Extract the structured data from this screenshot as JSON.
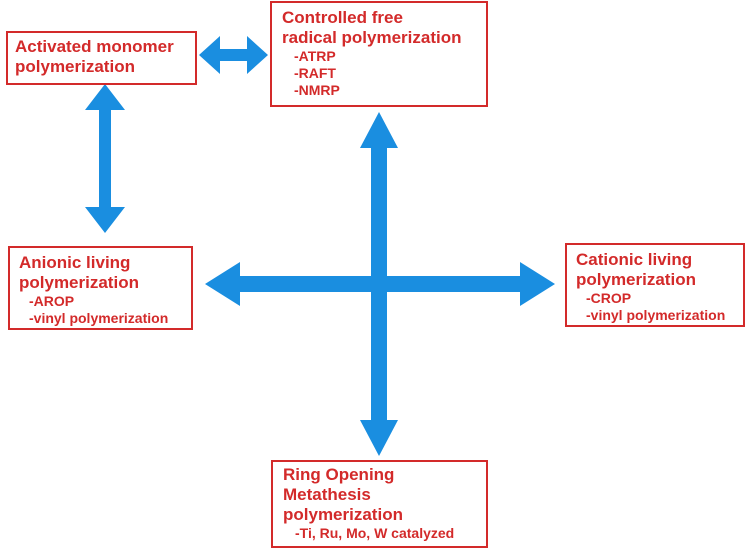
{
  "colors": {
    "box_border": "#d32a2a",
    "box_text": "#d32a2a",
    "arrow": "#1a8ee0"
  },
  "boxes": {
    "activated": {
      "title_lines": [
        "Activated monomer",
        "polymerization"
      ],
      "items": []
    },
    "controlled": {
      "title_lines": [
        "Controlled free",
        "radical polymerization"
      ],
      "items": [
        "-ATRP",
        "-RAFT",
        "-NMRP"
      ]
    },
    "anionic": {
      "title_lines": [
        "Anionic living",
        "polymerization"
      ],
      "items": [
        "-AROP",
        "-vinyl polymerization"
      ]
    },
    "cationic": {
      "title_lines": [
        "Cationic living",
        "polymerization"
      ],
      "items": [
        "-CROP",
        "-vinyl polymerization"
      ]
    },
    "romp": {
      "title_lines": [
        "Ring Opening",
        "Metathesis",
        "polymerization"
      ],
      "items": [
        "-Ti, Ru, Mo, W catalyzed"
      ]
    }
  },
  "arrows": [
    "activated-controlled",
    "activated-anionic",
    "anionic-cationic",
    "controlled-romp"
  ]
}
